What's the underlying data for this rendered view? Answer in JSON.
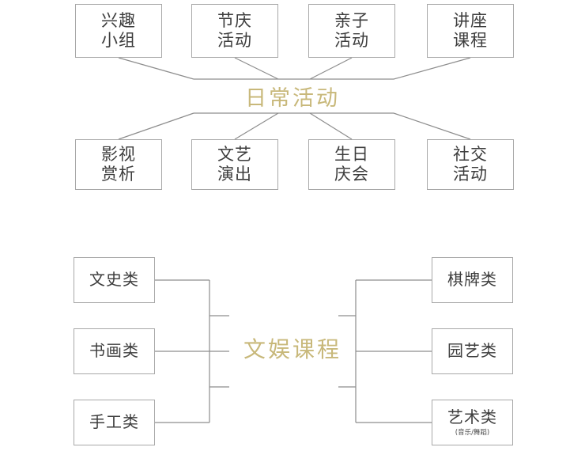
{
  "diagrams": [
    {
      "id": "daily-activities",
      "hub": {
        "label": "日常活动",
        "color": "#c8b87a"
      },
      "top_nodes": [
        {
          "line1": "兴趣",
          "line2": "小组"
        },
        {
          "line1": "节庆",
          "line2": "活动"
        },
        {
          "line1": "亲子",
          "line2": "活动"
        },
        {
          "line1": "讲座",
          "line2": "课程"
        }
      ],
      "bottom_nodes": [
        {
          "line1": "影视",
          "line2": "赏析"
        },
        {
          "line1": "文艺",
          "line2": "演出"
        },
        {
          "line1": "生日",
          "line2": "庆会"
        },
        {
          "line1": "社交",
          "line2": "活动"
        }
      ]
    },
    {
      "id": "entertainment-courses",
      "hub": {
        "label": "文娱课程",
        "color": "#c8b87a"
      },
      "left_nodes": [
        {
          "line1": "文史类"
        },
        {
          "line1": "书画类"
        },
        {
          "line1": "手工类"
        }
      ],
      "right_nodes": [
        {
          "line1": "棋牌类"
        },
        {
          "line1": "园艺类"
        },
        {
          "line1": "艺术类",
          "sub": "(音乐/舞蹈)"
        }
      ]
    }
  ],
  "style": {
    "border_color": "#a8a8a8",
    "line_color": "#8d8d8d",
    "text_color": "#3d3d3d",
    "background": "#ffffff"
  }
}
